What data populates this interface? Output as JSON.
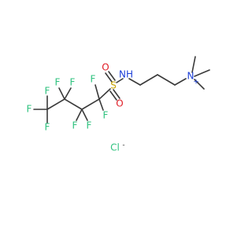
{
  "molecule": {
    "atoms": {
      "fluorine": "F",
      "sulfur": "S",
      "oxygen": "O",
      "amine": "NH",
      "ammonium": "N",
      "ammonium_charge": "+",
      "chloride": "Cl",
      "chloride_charge": "-"
    },
    "colors": {
      "bond": "#3a3a3a",
      "fluorine": "#2ec27e",
      "sulfur": "#c9a400",
      "oxygen": "#e01b24",
      "nitrogen": "#1c3fd8",
      "chlorine": "#2ec27e"
    }
  }
}
